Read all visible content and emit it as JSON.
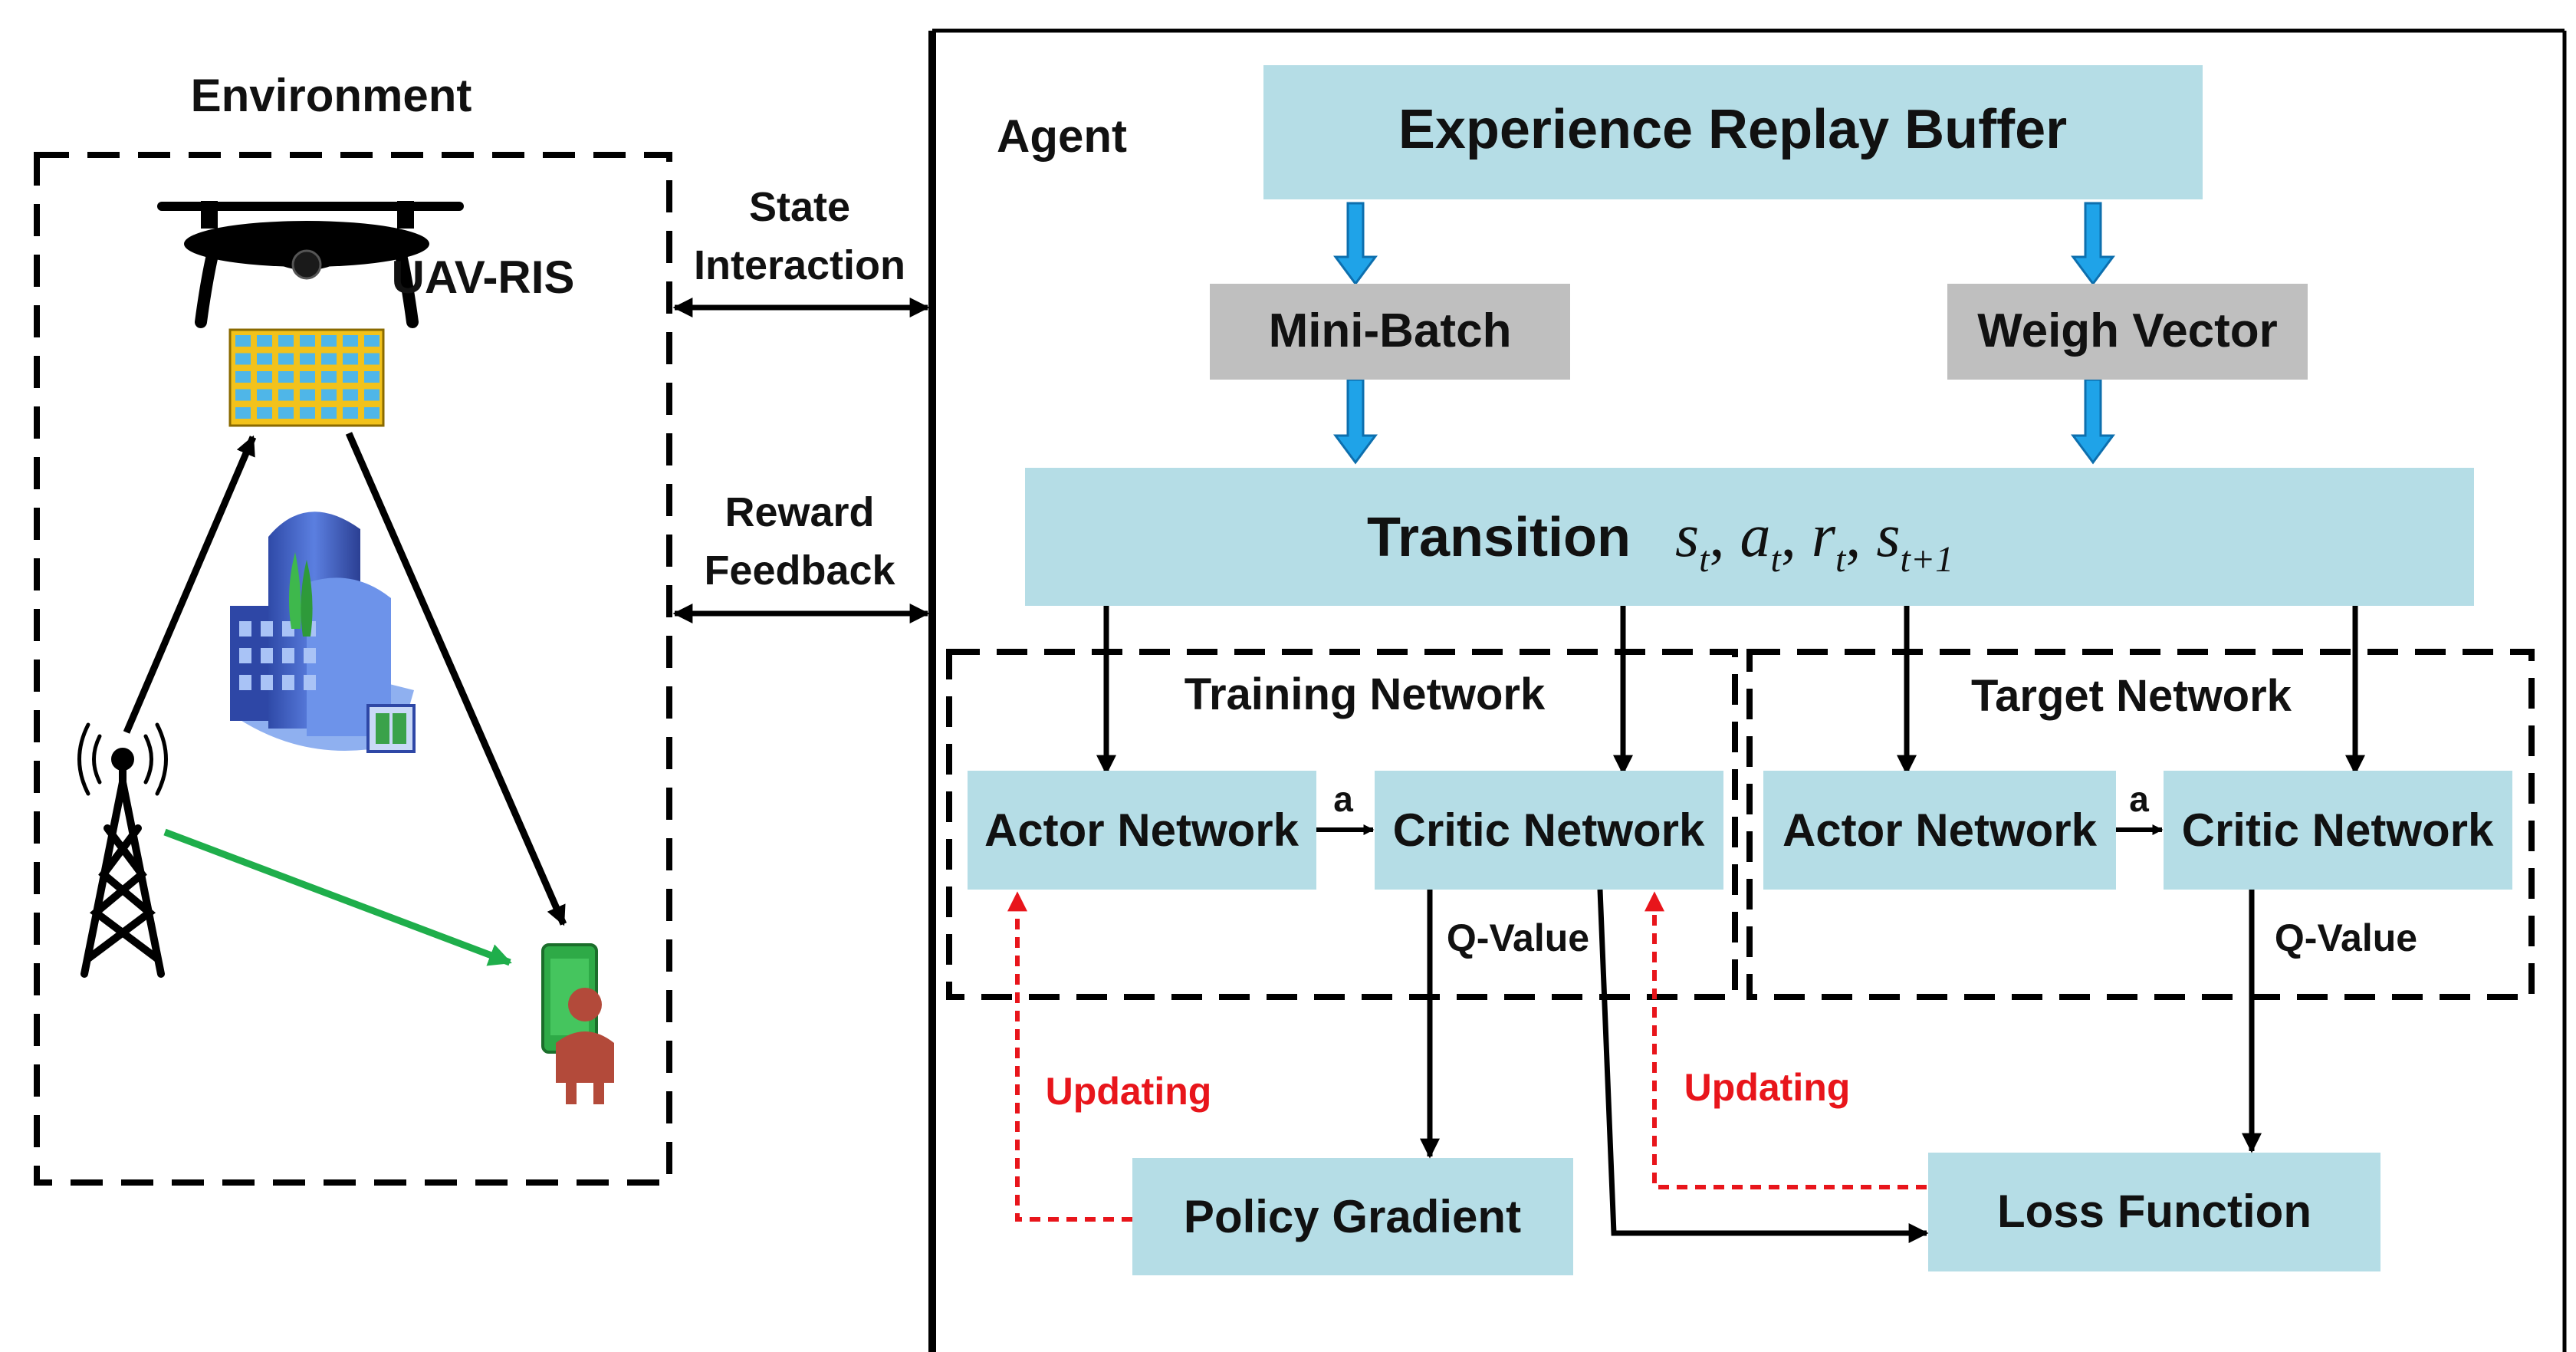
{
  "environment": {
    "title": "Environment",
    "uav_label": "UAV-RIS"
  },
  "interaction": {
    "state_line1": "State",
    "state_line2": "Interaction",
    "reward_line1": "Reward",
    "reward_line2": "Feedback"
  },
  "agent": {
    "title": "Agent",
    "replay_buffer": "Experience Replay Buffer",
    "mini_batch": "Mini-Batch",
    "weigh_vector": "Weigh Vector",
    "transition_label": "Transition",
    "transition_math": {
      "s": "s",
      "t": "t",
      "a": "a",
      "r": "r",
      "sub_next": "t+1",
      "comma": ","
    },
    "training_network": "Training Network",
    "target_network": "Target Network",
    "actor_network": "Actor Network",
    "critic_network": "Critic Network",
    "action_label": "a",
    "q_value": "Q-Value",
    "updating": "Updating",
    "policy_gradient": "Policy Gradient",
    "loss_function": "Loss Function"
  },
  "colors": {
    "box_blue": "#b5dde6",
    "box_gray": "#bfbfbf",
    "arrow_blue": "#1fa3e8",
    "update_red": "#e8151b",
    "signal_green": "#1fae4b",
    "ris_panel": "#f2c21b",
    "ris_cell": "#4fb6e8",
    "building": "#3e5fc0"
  }
}
